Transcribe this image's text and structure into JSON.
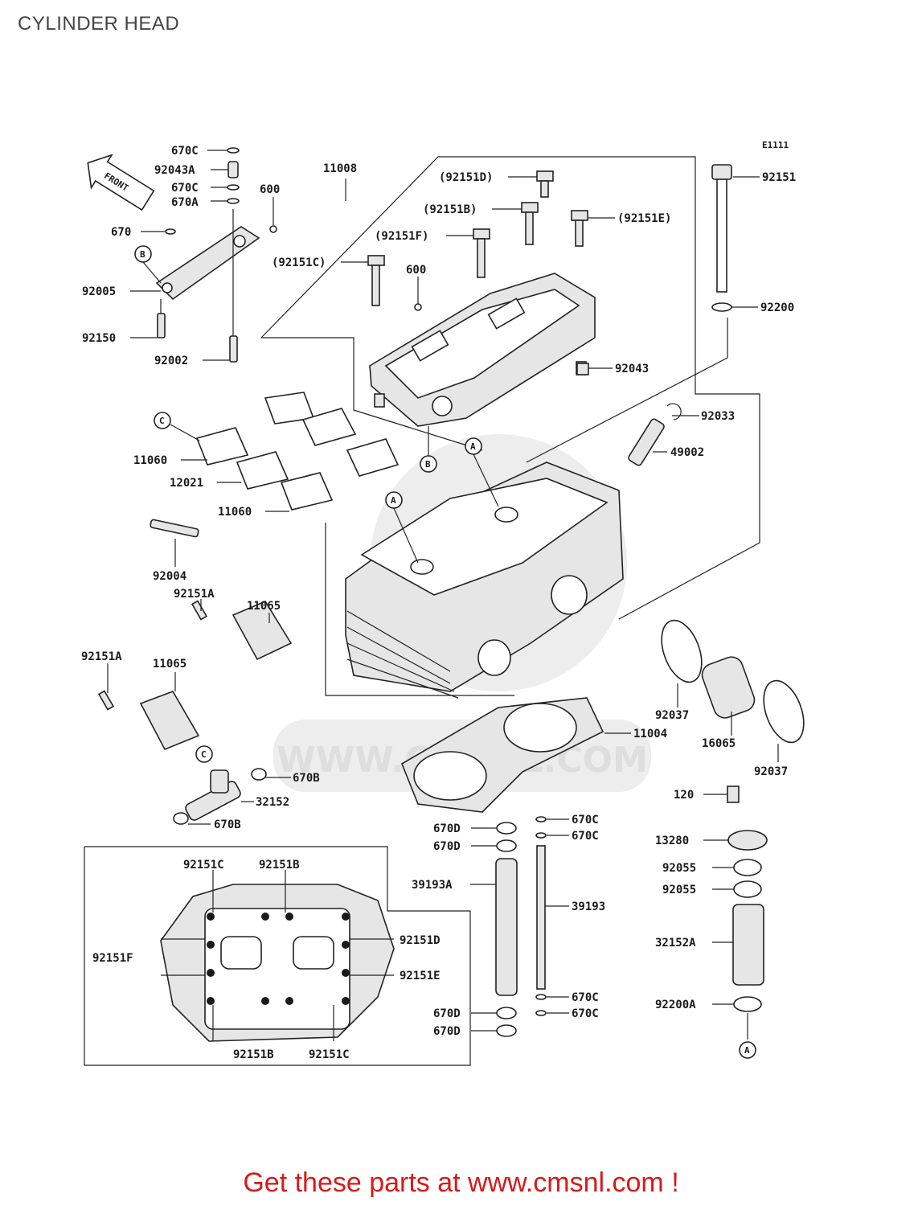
{
  "title": "CYLINDER HEAD",
  "diagram_code": "E1111",
  "front_label": "FRONT",
  "watermark": "WWW.CMSNL.COM",
  "footer": "Get these parts at www.cmsnl.com !",
  "callouts": {
    "c_670c_top": "670C",
    "c_92043a": "92043A",
    "c_670c_2": "670C",
    "c_670a": "670A",
    "c_600_l": "600",
    "c_670": "670",
    "c_92005": "92005",
    "c_92150": "92150",
    "c_92002": "92002",
    "c_11008": "11008",
    "c_92151d_p": "(92151D)",
    "c_92151b_p": "(92151B)",
    "c_92151e_p": "(92151E)",
    "c_92151f_p": "(92151F)",
    "c_92151c_p": "(92151C)",
    "c_600_r": "600",
    "c_92151": "92151",
    "c_92200": "92200",
    "c_92043": "92043",
    "c_92033": "92033",
    "c_49002": "49002",
    "c_11060_a": "11060",
    "c_12021": "12021",
    "c_11060_b": "11060",
    "c_92004": "92004",
    "c_92151a_1": "92151A",
    "c_11065_1": "11065",
    "c_92151a_2": "92151A",
    "c_11065_2": "11065",
    "c_670b_1": "670B",
    "c_32152": "32152",
    "c_670b_2": "670B",
    "c_11004": "11004",
    "c_92037_1": "92037",
    "c_16065": "16065",
    "c_92037_2": "92037",
    "c_120": "120",
    "c_13280": "13280",
    "c_92055_1": "92055",
    "c_92055_2": "92055",
    "c_32152a": "32152A",
    "c_92200a": "92200A",
    "c_670d_1": "670D",
    "c_670d_2": "670D",
    "c_670c_3": "670C",
    "c_670c_4": "670C",
    "c_39193a": "39193A",
    "c_39193": "39193",
    "c_670d_3": "670D",
    "c_670d_4": "670D",
    "c_670c_5": "670C",
    "c_670c_6": "670C",
    "i_92151c_1": "92151C",
    "i_92151b_1": "92151B",
    "i_92151d": "92151D",
    "i_92151f": "92151F",
    "i_92151e": "92151E",
    "i_92151b_2": "92151B",
    "i_92151c_2": "92151C"
  },
  "refs": {
    "b1": "B",
    "b2": "B",
    "c1": "C",
    "c2": "C",
    "a1": "A",
    "a2": "A",
    "a3": "A"
  }
}
